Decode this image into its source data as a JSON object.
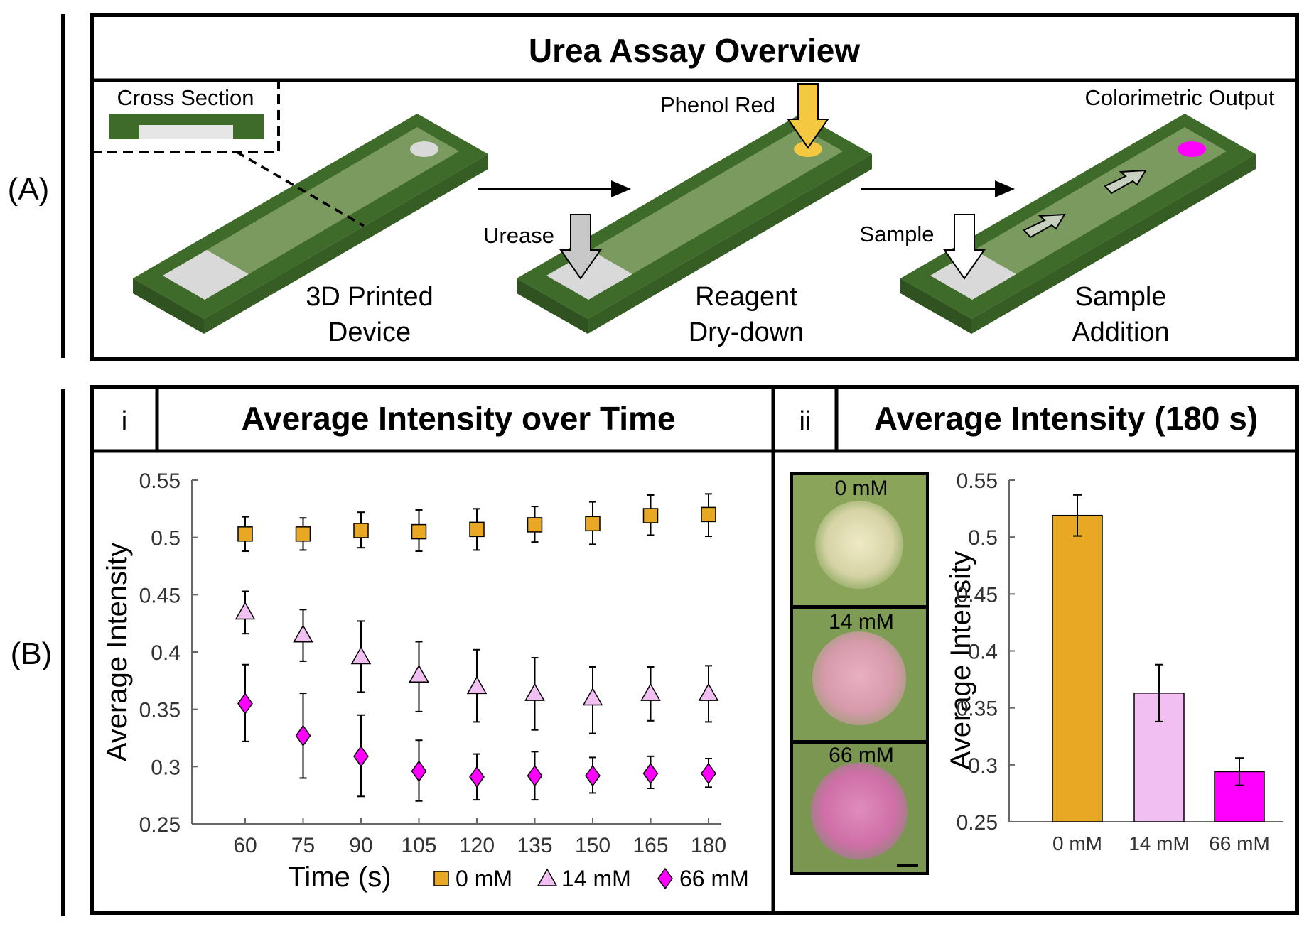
{
  "panel_a": {
    "label": "(A)",
    "title": "Urea Assay Overview",
    "cross_section_label": "Cross Section",
    "step1": {
      "line1": "3D Printed",
      "line2": "Device"
    },
    "step2": {
      "line1": "Reagent",
      "line2": "Dry-down",
      "urease_label": "Urease",
      "phenol_label": "Phenol Red"
    },
    "step3": {
      "line1": "Sample",
      "line2": "Addition",
      "sample_label": "Sample",
      "output_label": "Colorimetric Output"
    },
    "colors": {
      "device_dark": "#3f6b2a",
      "device_light": "#7a9a60",
      "device_side": "#2f5220",
      "pad": "#d9d9d9",
      "phenol": "#f5c842",
      "magenta_dot": "#ff00ff"
    }
  },
  "panel_b": {
    "label": "(B)",
    "sub_i": "i",
    "sub_ii": "ii",
    "title_i": "Average Intensity over Time",
    "title_ii": "Average Intensity (180 s)",
    "photo_labels": [
      "0 mM",
      "14 mM",
      "66 mM"
    ]
  },
  "chart_data": [
    {
      "type": "scatter",
      "title": "Average Intensity over Time",
      "xlabel": "Time (s)",
      "ylabel": "Average Intensity",
      "x": [
        60,
        75,
        90,
        105,
        120,
        135,
        150,
        165,
        180
      ],
      "x_ticks": [
        "60",
        "75",
        "90",
        "105",
        "120",
        "135",
        "150",
        "165",
        "180"
      ],
      "y_ticks": [
        "0.25",
        "0.3",
        "0.35",
        "0.4",
        "0.45",
        "0.5",
        "0.55"
      ],
      "ylim": [
        0.25,
        0.55
      ],
      "series": [
        {
          "name": "0 mM",
          "marker": "square",
          "color": "#e8a823",
          "values": [
            0.503,
            0.503,
            0.506,
            0.505,
            0.507,
            0.511,
            0.512,
            0.519,
            0.52
          ],
          "err_low": [
            0.488,
            0.489,
            0.491,
            0.488,
            0.489,
            0.496,
            0.494,
            0.502,
            0.501
          ],
          "err_high": [
            0.518,
            0.517,
            0.522,
            0.524,
            0.525,
            0.527,
            0.531,
            0.537,
            0.538
          ]
        },
        {
          "name": "14 mM",
          "marker": "triangle",
          "color": "#f2bff2",
          "values": [
            0.435,
            0.415,
            0.396,
            0.38,
            0.37,
            0.364,
            0.36,
            0.364,
            0.364
          ],
          "err_low": [
            0.416,
            0.392,
            0.365,
            0.348,
            0.339,
            0.332,
            0.329,
            0.34,
            0.339
          ],
          "err_high": [
            0.453,
            0.437,
            0.427,
            0.409,
            0.402,
            0.395,
            0.387,
            0.387,
            0.388
          ]
        },
        {
          "name": "66 mM",
          "marker": "diamond",
          "color": "#ff00ff",
          "values": [
            0.355,
            0.327,
            0.309,
            0.296,
            0.291,
            0.292,
            0.292,
            0.294,
            0.294
          ],
          "err_low": [
            0.322,
            0.29,
            0.274,
            0.27,
            0.271,
            0.271,
            0.277,
            0.281,
            0.282
          ],
          "err_high": [
            0.389,
            0.364,
            0.345,
            0.323,
            0.311,
            0.313,
            0.308,
            0.309,
            0.307
          ]
        }
      ],
      "legend": "bottom",
      "grid": false
    },
    {
      "type": "bar",
      "title": "Average Intensity (180 s)",
      "ylabel": "Average Intensity",
      "categories": [
        "0 mM",
        "14 mM",
        "66 mM"
      ],
      "values": [
        0.519,
        0.363,
        0.294
      ],
      "err_low": [
        0.501,
        0.338,
        0.282
      ],
      "err_high": [
        0.537,
        0.388,
        0.306
      ],
      "colors": [
        "#e8a823",
        "#f2bff2",
        "#ff00ff"
      ],
      "y_ticks": [
        "0.25",
        "0.3",
        "0.35",
        "0.4",
        "0.45",
        "0.5",
        "0.55"
      ],
      "ylim": [
        0.25,
        0.55
      ],
      "grid": false
    }
  ]
}
